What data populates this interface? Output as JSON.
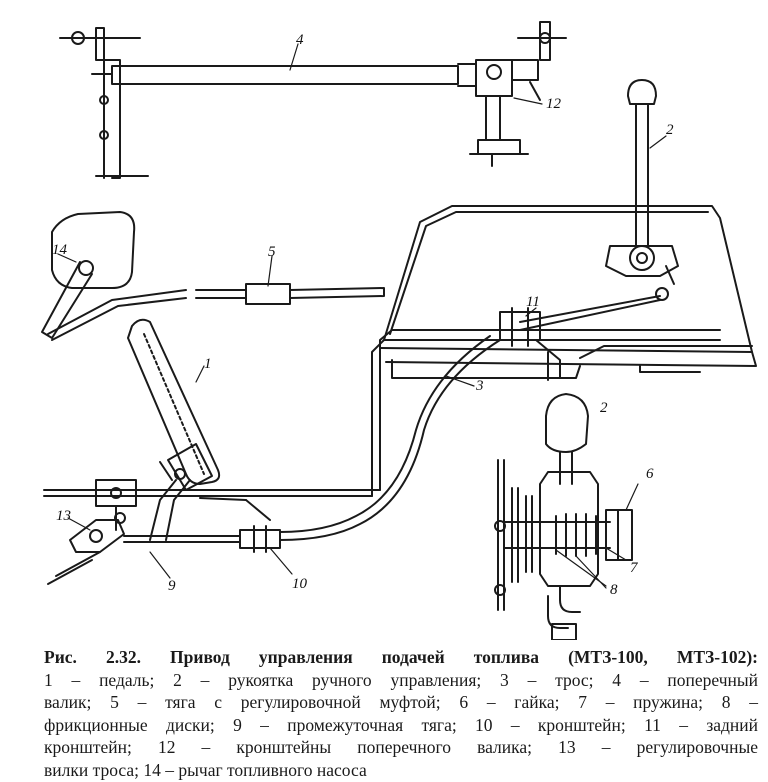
{
  "figure": {
    "callouts": {
      "c1": "1",
      "c2a": "2",
      "c2b": "2",
      "c3": "3",
      "c4": "4",
      "c5": "5",
      "c6": "6",
      "c7": "7",
      "c8": "8",
      "c9": "9",
      "c10": "10",
      "c11": "11",
      "c12": "12",
      "c13": "13",
      "c14": "14"
    }
  },
  "caption": {
    "title": "Рис. 2.32. Привод управления подачей топлива (МТЗ-100, МТЗ-102):",
    "lines": [
      "1 – педаль; 2 – рукоятка ручного управления; 3 – трос; 4 – поперечный",
      "валик; 5 – тяга с регулировочной муфтой; 6 – гайка; 7 – пружина; 8 –",
      "фрикционные диски; 9 – промежуточная тяга; 10 – кронштейн; 11 – задний",
      "кронштейн; 12 – кронштейны поперечного валика; 13 – регулировочные",
      "вилки троса; 14 – рычаг топливного насоса"
    ]
  }
}
